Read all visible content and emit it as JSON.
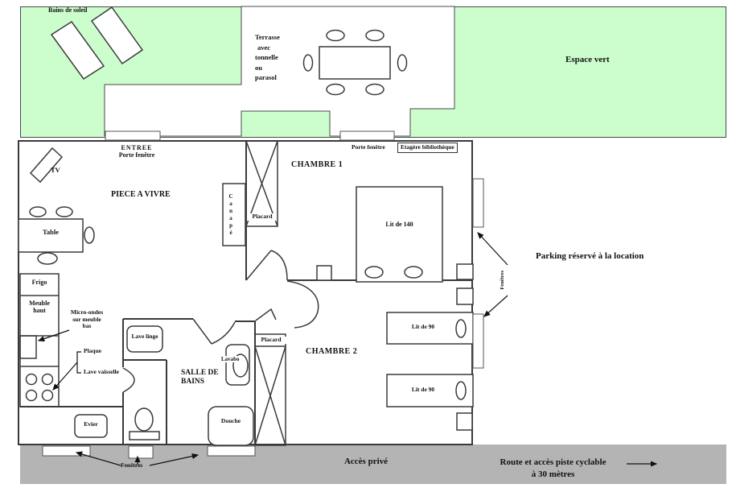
{
  "colors": {
    "grass": "#ccfdcc",
    "road": "#b4b4b4",
    "wall": "#3a3a3a"
  },
  "outdoor": {
    "espace_vert": "Espace vert",
    "bains_de_soleil": "Bains de soleil",
    "terrasse_lines": [
      "Terrasse",
      "avec",
      "tonnelle",
      "ou",
      "parasol"
    ]
  },
  "living_room": {
    "entree": "ENTREE",
    "entree_sub": "Porte fenêtre",
    "name": "PIECE A VIVRE",
    "tv": "TV",
    "table": "Table",
    "canape": "Canapé"
  },
  "kitchen": {
    "frigo": "Frigo",
    "meuble_haut": [
      "Meuble",
      "haut"
    ],
    "micro_ondes": [
      "Micro-ondes",
      "sur meuble",
      "bas"
    ],
    "plaque": "Plaque",
    "lave_vaisselle": "Lave vaisselle",
    "evier": "Evier"
  },
  "bathroom": {
    "name": [
      "SALLE DE",
      "BAINS"
    ],
    "lave_linge": "Lave linge",
    "lavabo": "Lavabo",
    "douche": "Douche"
  },
  "bedroom1": {
    "name": "CHAMBRE 1",
    "porte_fenetre": "Porte fenêtre",
    "etagere": "Etagère bibliothèque",
    "placard": "Placard",
    "bed": "Lit de 140"
  },
  "bedroom2": {
    "name": "CHAMBRE 2",
    "placard": "Placard",
    "bed_top": "Lit de 90",
    "bed_bottom": "Lit de 90"
  },
  "annotations": {
    "parking": "Parking réservé à la location",
    "fenetres_right": "Fenêtres",
    "fenetres_bottom": "Fenêtres",
    "acces_prive": "Accès privé",
    "route": [
      "Route et accès piste cyclable",
      "à 30 mètres"
    ]
  }
}
